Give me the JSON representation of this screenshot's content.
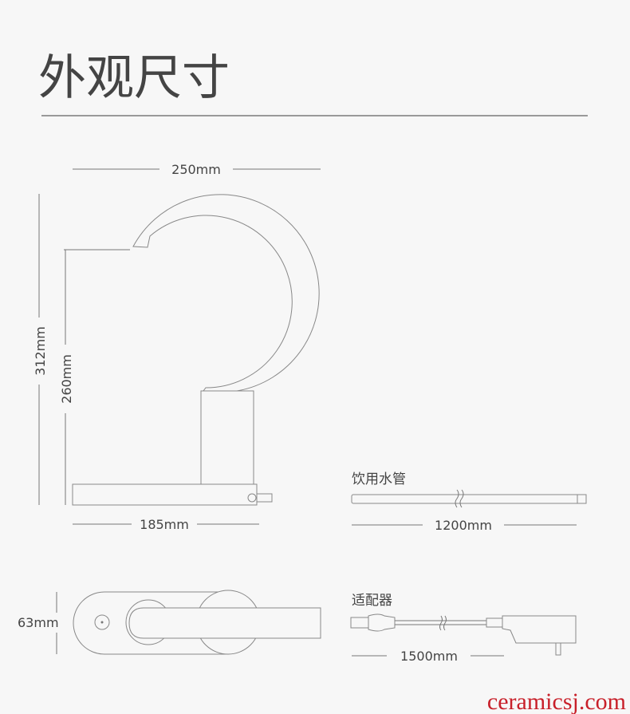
{
  "title": "外观尺寸",
  "dimensions": {
    "width": "250mm",
    "total_height": "312mm",
    "spout_height": "260mm",
    "base_length": "185mm",
    "base_width": "63mm"
  },
  "hose": {
    "label": "饮用水管",
    "length": "1200mm"
  },
  "adapter": {
    "label": "适配器",
    "length": "1500mm"
  },
  "watermark": "ceramicsj.com",
  "colors": {
    "background": "#f7f7f7",
    "text": "#444444",
    "watermark": "#c8202a"
  }
}
